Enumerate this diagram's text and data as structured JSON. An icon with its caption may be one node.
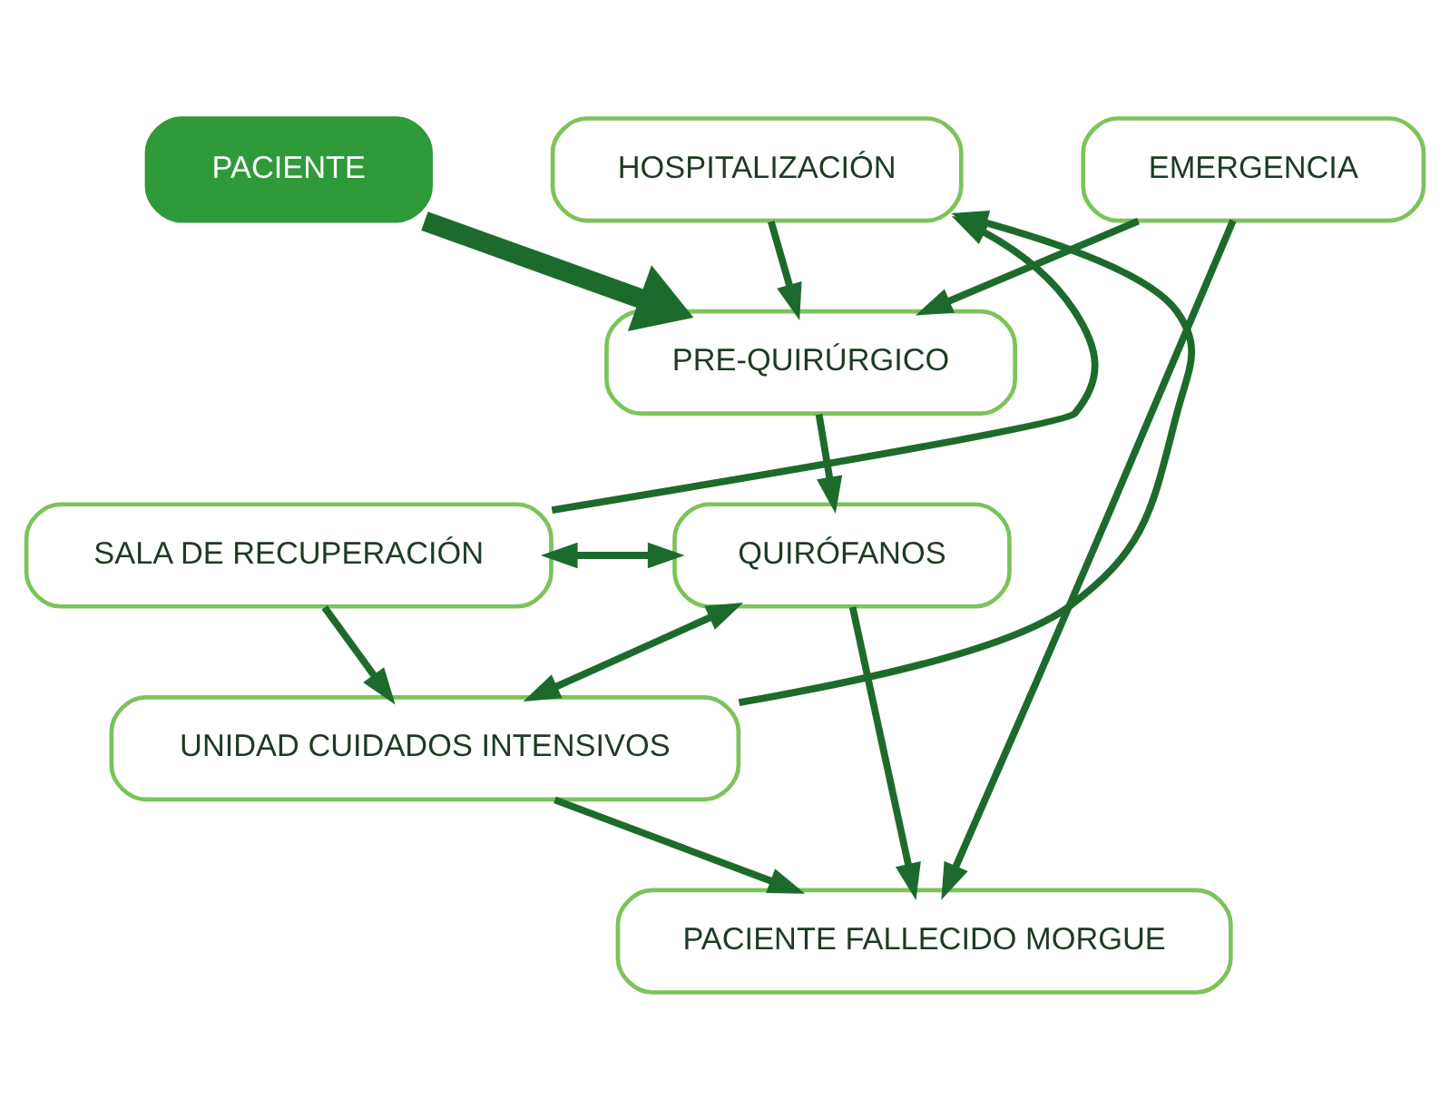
{
  "diagram": {
    "nodes": [
      {
        "text": [
          "PACIENTE"
        ]
      },
      {
        "text": [
          "HOSPITALIZACIÓN"
        ]
      },
      {
        "text": [
          "EMERGENCIA"
        ]
      },
      {
        "text": [
          "PRE-QUIRÚRGICO"
        ]
      },
      {
        "text": [
          "SALA DE RECUPERACIÓN"
        ]
      },
      {
        "text": [
          "QUIRÓFANOS"
        ]
      },
      {
        "text": [
          "UNIDAD CUIDADOS INTENSIVOS"
        ]
      },
      {
        "text": [
          "PACIENTE FALLECIDO MORGUE"
        ]
      }
    ],
    "edges": [
      {
        "from": 0,
        "to": 3,
        "arrow": "to",
        "style": "thick"
      },
      {
        "from": 1,
        "to": 3,
        "arrow": "to"
      },
      {
        "from": 2,
        "to": 3,
        "arrow": "to"
      },
      {
        "from": 2,
        "to": 7,
        "arrow": "to"
      },
      {
        "from": 3,
        "to": 5,
        "arrow": "to"
      },
      {
        "from": 4,
        "to": 5,
        "arrow": "both"
      },
      {
        "from": 4,
        "to": 1,
        "arrow": "to"
      },
      {
        "from": 4,
        "to": 6,
        "arrow": "to"
      },
      {
        "from": 5,
        "to": 6,
        "arrow": "both"
      },
      {
        "from": 5,
        "to": 7,
        "arrow": "to"
      },
      {
        "from": 6,
        "to": 1,
        "arrow": "to"
      },
      {
        "from": 6,
        "to": 7,
        "arrow": "to"
      }
    ]
  }
}
